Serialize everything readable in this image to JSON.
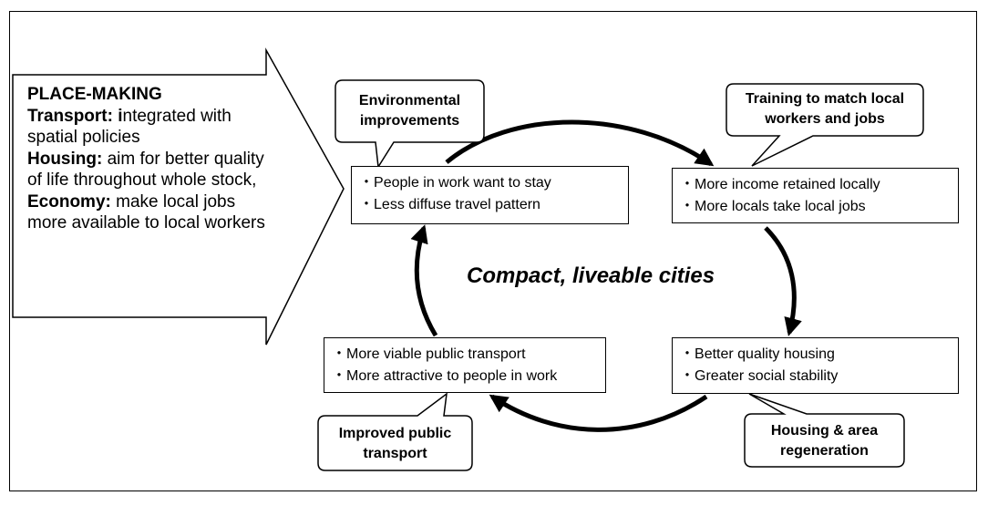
{
  "place_making": {
    "heading": "PLACE-MAKING",
    "transport_label": "Transport: i",
    "transport_text": "ntegrated with spatial policies",
    "housing_label": "Housing:",
    "housing_text": " aim for better quality of life throughout whole stock,",
    "economy_label": "Economy:",
    "economy_text": " make local jobs more available to local workers"
  },
  "center_title": "Compact, liveable cities",
  "boxes": {
    "top_left": [
      "People in work want to stay",
      "Less diffuse travel pattern"
    ],
    "top_right": [
      "More income retained locally",
      "More locals take local jobs"
    ],
    "bottom_right": [
      "Better quality housing",
      "Greater social stability"
    ],
    "bottom_left": [
      "More viable public transport",
      "More attractive to people in work"
    ]
  },
  "callouts": {
    "environmental": [
      "Environmental",
      "improvements"
    ],
    "training": [
      "Training  to match local",
      "workers and jobs"
    ],
    "housing_regen": [
      "Housing & area",
      "regeneration"
    ],
    "public_transport": [
      "Improved public",
      "transport"
    ]
  }
}
